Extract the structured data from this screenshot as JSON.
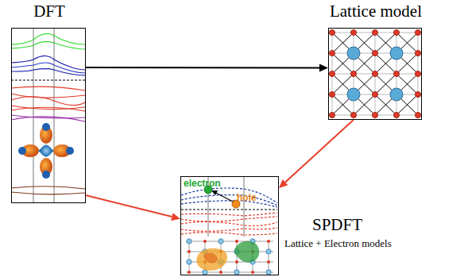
{
  "diagram": {
    "nodes": [
      {
        "text": [
          "DFT"
        ]
      },
      {
        "text": [
          "Lattice model"
        ]
      },
      {
        "text": [
          "SPDFT",
          "Lattice + Electron models"
        ]
      }
    ],
    "edges": [
      {
        "from": 0,
        "to": 1,
        "arrow": "to"
      },
      {
        "from": 0,
        "to": 2,
        "arrow": "to"
      },
      {
        "from": 1,
        "to": 2,
        "arrow": "to"
      }
    ],
    "labels": [
      "electron",
      "hole"
    ]
  }
}
